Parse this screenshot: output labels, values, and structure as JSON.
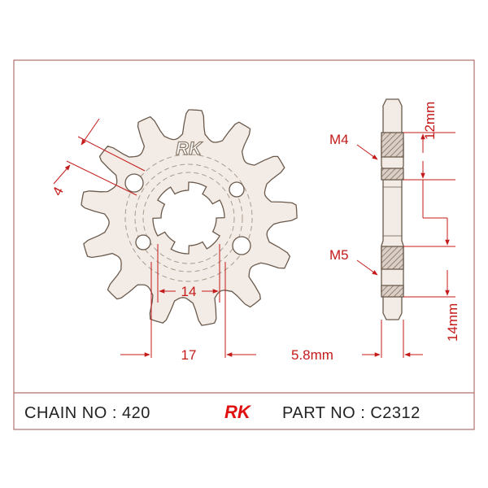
{
  "colors": {
    "frame": "#b07070",
    "dimension": "#c41a1a",
    "part_fill": "#f3ece6",
    "hatch": "#8a7060",
    "brand": "#e01010"
  },
  "drawing": {
    "logo": "RK",
    "dims": {
      "tooth_depth": "4",
      "spline_inner": "14",
      "spline_outer": "17",
      "thickness": "5.8mm",
      "upper_height": "12mm",
      "lower_height": "14mm",
      "bolt_upper": "M4",
      "bolt_lower": "M5"
    }
  },
  "footer": {
    "chain_label": "CHAIN NO : 420",
    "brand": "RK",
    "part_label": "PART NO : C2312"
  }
}
